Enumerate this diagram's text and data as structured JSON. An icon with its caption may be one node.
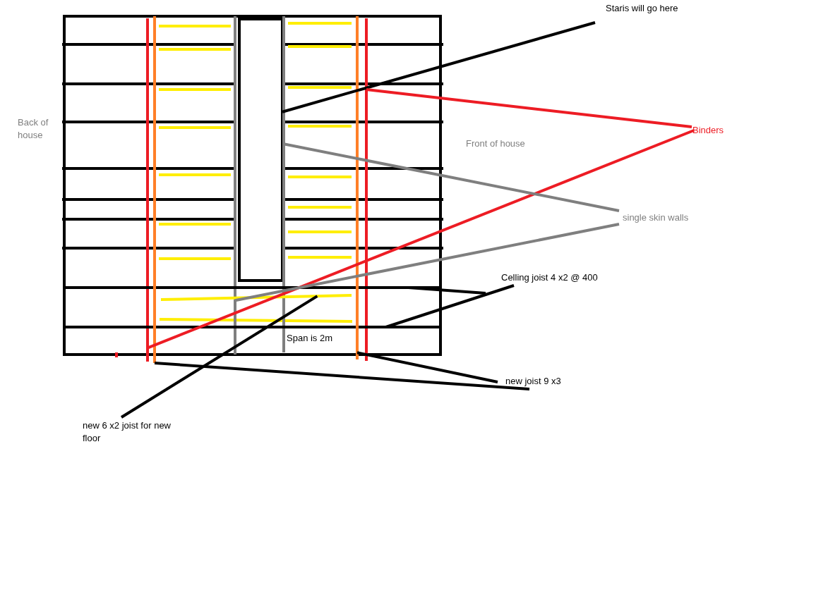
{
  "diagram": {
    "nodes": [
      {
        "text": [
          "Staris will go here"
        ]
      },
      {
        "text": [],
        "shape": "box"
      },
      {
        "text": [
          "Binders"
        ]
      },
      {
        "text": [],
        "shape": "bar"
      },
      {
        "text": [],
        "shape": "bar"
      },
      {
        "text": [
          "single skin walls"
        ]
      },
      {
        "text": [],
        "shape": "bar"
      },
      {
        "text": [],
        "shape": "bar"
      },
      {
        "text": [
          "Celling joist 4 x2 @ 400"
        ]
      },
      {
        "text": [],
        "shape": "bar"
      },
      {
        "text": [],
        "shape": "bar"
      },
      {
        "text": [
          "new joist 9 x3"
        ]
      },
      {
        "text": [],
        "shape": "bar"
      },
      {
        "text": [],
        "shape": "bar"
      },
      {
        "text": [
          "new 6 x2 joist for new floor"
        ]
      },
      {
        "text": [],
        "shape": "bar"
      }
    ],
    "edges": [
      {
        "from": 0,
        "to": 1,
        "arrow": "none"
      },
      {
        "from": 2,
        "to": 4,
        "arrow": "none",
        "color": "#ed1c24"
      },
      {
        "from": 2,
        "to": 3,
        "arrow": "none",
        "color": "#ed1c24"
      },
      {
        "from": 5,
        "to": 7,
        "arrow": "none",
        "color": "#7f7f7f"
      },
      {
        "from": 5,
        "to": 6,
        "arrow": "none",
        "color": "#7f7f7f"
      },
      {
        "from": 8,
        "to": 9,
        "arrow": "none"
      },
      {
        "from": 8,
        "to": 10,
        "arrow": "none"
      },
      {
        "from": 11,
        "to": 13,
        "arrow": "none"
      },
      {
        "from": 11,
        "to": 12,
        "arrow": "none"
      },
      {
        "from": 14,
        "to": 15,
        "arrow": "none"
      }
    ],
    "labels": [
      "Back of house",
      "Front of house",
      "Span is 2m"
    ]
  }
}
